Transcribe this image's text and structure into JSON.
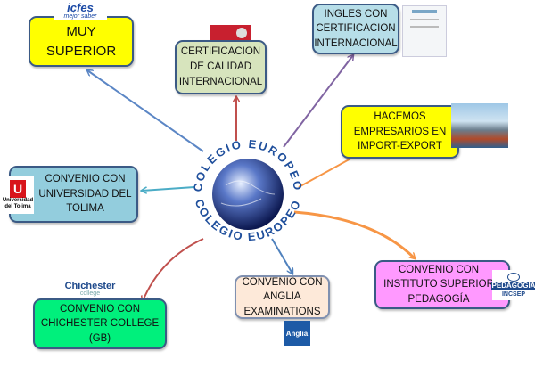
{
  "center": {
    "title_top": "COLEGIO EUROPEO",
    "title_bottom": "COLEGIO EUROPEO"
  },
  "nodes": {
    "muy_superior": {
      "text": "MUY SUPERIOR",
      "color": "#ffff00",
      "logo": "icfes",
      "logo_sub": "mejor saber"
    },
    "certificacion": {
      "text": "CERTIFICACION DE CALIDAD INTERNACIONAL",
      "color": "#d7e4bd"
    },
    "ingles": {
      "text": "INGLES CON CERTIFICACION INTERNACIONAL",
      "color": "#b7dee8"
    },
    "import_export": {
      "text": "HACEMOS EMPRESARIOS EN IMPORT-EXPORT",
      "color": "#ffff00"
    },
    "tolima": {
      "text": "CONVENIO CON UNIVERSIDAD DEL TOLIMA",
      "color": "#93cddd",
      "logo": "Universidad del Tolima"
    },
    "chichester": {
      "text": "CONVENIO CON CHICHESTER COLLEGE (GB)",
      "color": "#00f07c",
      "logo": "Chichester",
      "logo_sub": "college"
    },
    "anglia": {
      "text": "CONVENIO CON ANGLIA EXAMINATIONS",
      "color": "#fde9d9",
      "logo": "Anglia"
    },
    "pedagogia": {
      "text": "CONVENIO CON INSTITUTO SUPERIOR PEDAGOGÍA",
      "color": "#ff99ff",
      "logo": "PEDAGOGIA",
      "logo_sub": "INCSEP"
    }
  }
}
